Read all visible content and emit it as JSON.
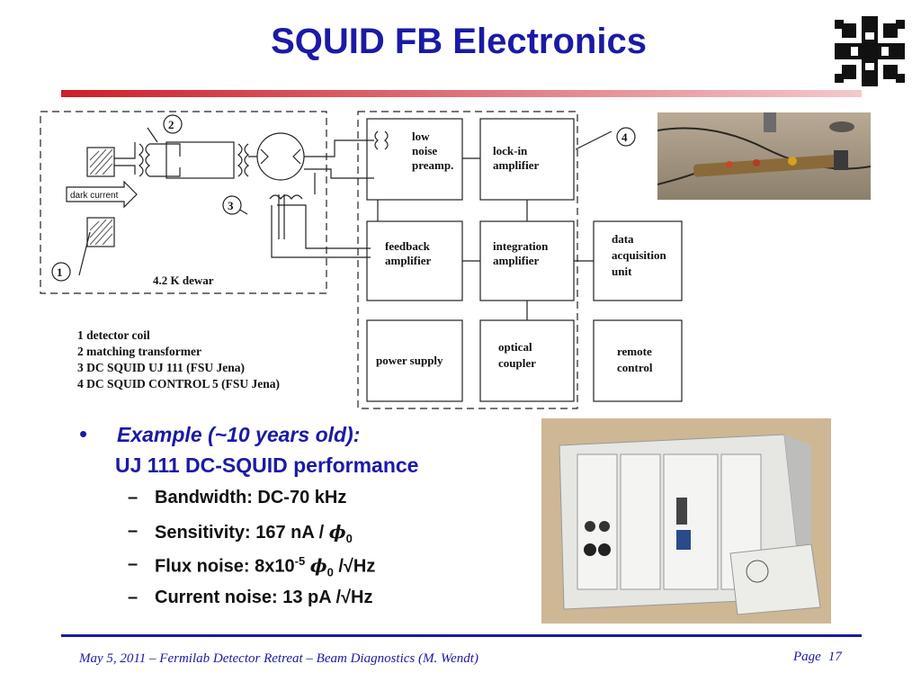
{
  "slide": {
    "title": "SQUID FB Electronics"
  },
  "logo": {
    "icon": "fermilab-logo-icon",
    "color": "#111111"
  },
  "diagram": {
    "labels": {
      "n1": "1",
      "n2": "2",
      "n3": "3",
      "n4": "4",
      "dark_current": "dark current",
      "dewar": "4.2 K dewar",
      "preamp": [
        "low",
        "noise",
        "preamp."
      ],
      "lockin": [
        "lock-in",
        "amplifier"
      ],
      "feedback": [
        "feedback",
        "amplifier"
      ],
      "integration": [
        "integration",
        "amplifier"
      ],
      "daq": [
        "data",
        "acquisition",
        "unit"
      ],
      "power": "power supply",
      "optical": [
        "optical",
        "coupler"
      ],
      "remote": [
        "remote",
        "control"
      ]
    },
    "legend": [
      "1 detector coil",
      "2 matching transformer",
      "3 DC SQUID UJ 111 (FSU Jena)",
      "4 DC SQUID CONTROL 5 (FSU Jena)"
    ]
  },
  "bullets": {
    "example": "Example (~10 years old):",
    "performance": "UJ 111 DC-SQUID performance",
    "items": {
      "bandwidth": "Bandwidth: DC-70 kHz",
      "sensitivity_pre": "Sensitivity: 167 nA / ",
      "phi": "ϕ",
      "phi_sub": "0",
      "flux_pre": "Flux noise: 8x10",
      "flux_exp": "-5",
      "flux_post": " /√Hz",
      "current": "Current noise: 13 pA /√Hz"
    },
    "dash": "–",
    "bullet": "•"
  },
  "footer": {
    "left": "May 5, 2011 – Fermilab Detector Retreat – Beam Diagnostics (M. Wendt)",
    "page_label": "Page",
    "page_number": "17"
  },
  "colors": {
    "title": "#1a1aa6",
    "rule_red": "#cc1f2a",
    "footer_blue": "#1a1aa6"
  }
}
